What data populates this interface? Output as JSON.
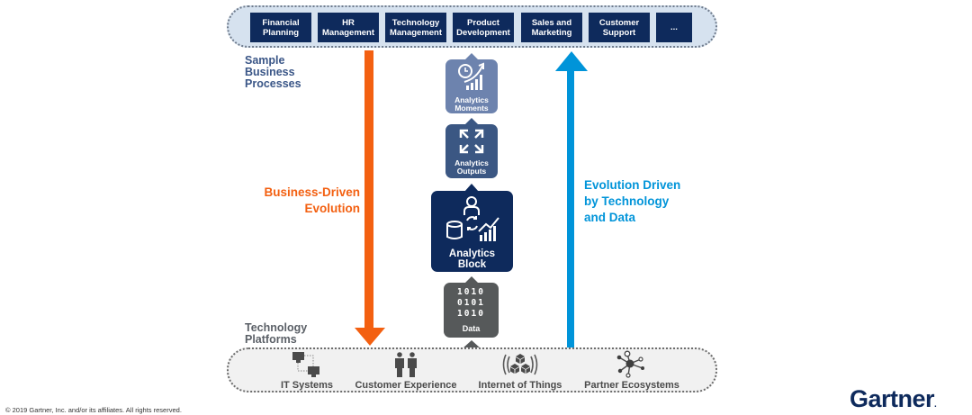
{
  "business_processes": {
    "section_label": [
      "Sample",
      "Business",
      "Processes"
    ],
    "items": [
      {
        "label": "Financial Planning"
      },
      {
        "label": "HR Management"
      },
      {
        "label": "Technology Management"
      },
      {
        "label": "Product Development"
      },
      {
        "label": "Sales and Marketing"
      },
      {
        "label": "Customer Support"
      },
      {
        "label": "..."
      }
    ]
  },
  "technology_platforms": {
    "section_label": [
      "Technology",
      "Platforms"
    ],
    "items": [
      {
        "label": "IT Systems",
        "icon": "it-systems-icon"
      },
      {
        "label": "Customer Experience",
        "icon": "people-icon"
      },
      {
        "label": "Internet of Things",
        "icon": "iot-cubes-icon"
      },
      {
        "label": "Partner Ecosystems",
        "icon": "network-icon"
      }
    ]
  },
  "stack": {
    "moments": {
      "label": [
        "Analytics",
        "Moments"
      ],
      "icon": "clock-growth-icon"
    },
    "outputs": {
      "label": [
        "Analytics",
        "Outputs"
      ],
      "icon": "expand-arrows-icon"
    },
    "block": {
      "label": [
        "Analytics",
        "Block"
      ],
      "icon": "user-database-chart-icon"
    },
    "data": {
      "label": "Data",
      "binary": [
        "1010",
        "0101",
        "1010"
      ],
      "icon": "binary-icon"
    }
  },
  "arrows": {
    "business_driven": {
      "label": [
        "Business-Driven",
        "Evolution"
      ],
      "color": "#f36011",
      "direction": "down"
    },
    "technology_driven": {
      "label": [
        "Evolution Driven",
        "by Technology",
        "and Data"
      ],
      "color": "#0094d9",
      "direction": "up"
    }
  },
  "footer": {
    "copyright": "© 2019 Gartner, Inc. and/or its affiliates. All rights reserved.",
    "logo": "Gartner",
    "logo_mark": "."
  },
  "colors": {
    "navy": "#0e2a5c",
    "moments_block": "#6d83ae",
    "outputs_block": "#3b5783",
    "data_block": "#56595a",
    "orange": "#f36011",
    "blue": "#0094d9"
  }
}
